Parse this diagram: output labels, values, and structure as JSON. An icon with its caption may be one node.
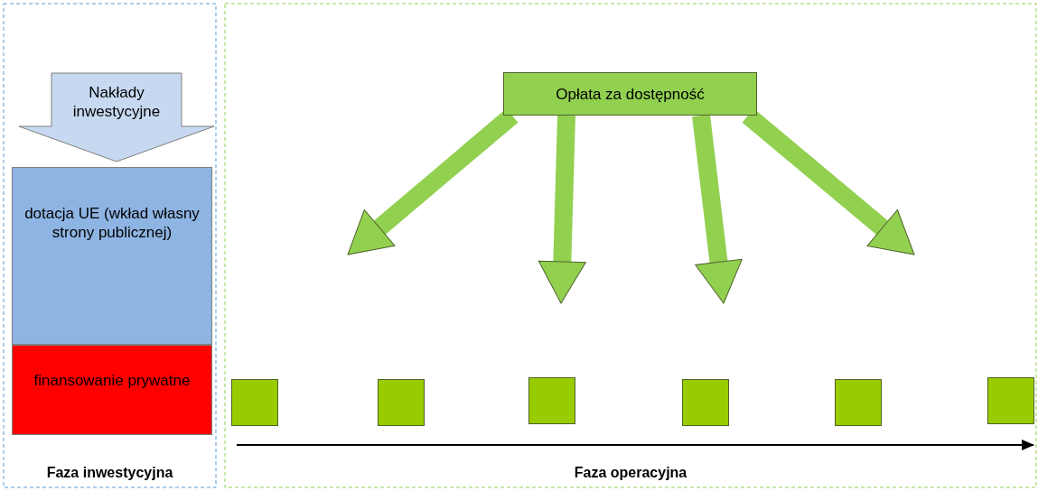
{
  "diagram": {
    "nodes": [
      {
        "text": [
          "Faza inwestycyjna"
        ]
      },
      {
        "text": [
          "Nakłady inwestycyjne"
        ],
        "in": 0
      },
      {
        "text": [
          "dotacja UE (wkład własny strony publicznej)"
        ],
        "in": 0
      },
      {
        "text": [
          "finansowanie prywatne"
        ],
        "in": 0
      },
      {
        "text": [
          "Faza operacyjna"
        ]
      },
      {
        "text": [
          "Opłata za dostępność"
        ],
        "in": 4
      },
      {
        "text": [],
        "shape": "box",
        "in": 4
      },
      {
        "text": [],
        "shape": "box",
        "in": 4
      },
      {
        "text": [],
        "shape": "box",
        "in": 4
      },
      {
        "text": [],
        "shape": "box",
        "in": 4
      },
      {
        "text": [],
        "shape": "box",
        "in": 4
      },
      {
        "text": [],
        "shape": "box",
        "in": 4
      }
    ],
    "edges": [
      {
        "from": 5,
        "to": null,
        "arrow": "to"
      },
      {
        "from": 5,
        "to": null,
        "arrow": "to"
      },
      {
        "from": 5,
        "to": null,
        "arrow": "to"
      },
      {
        "from": 5,
        "to": null,
        "arrow": "to"
      }
    ]
  }
}
